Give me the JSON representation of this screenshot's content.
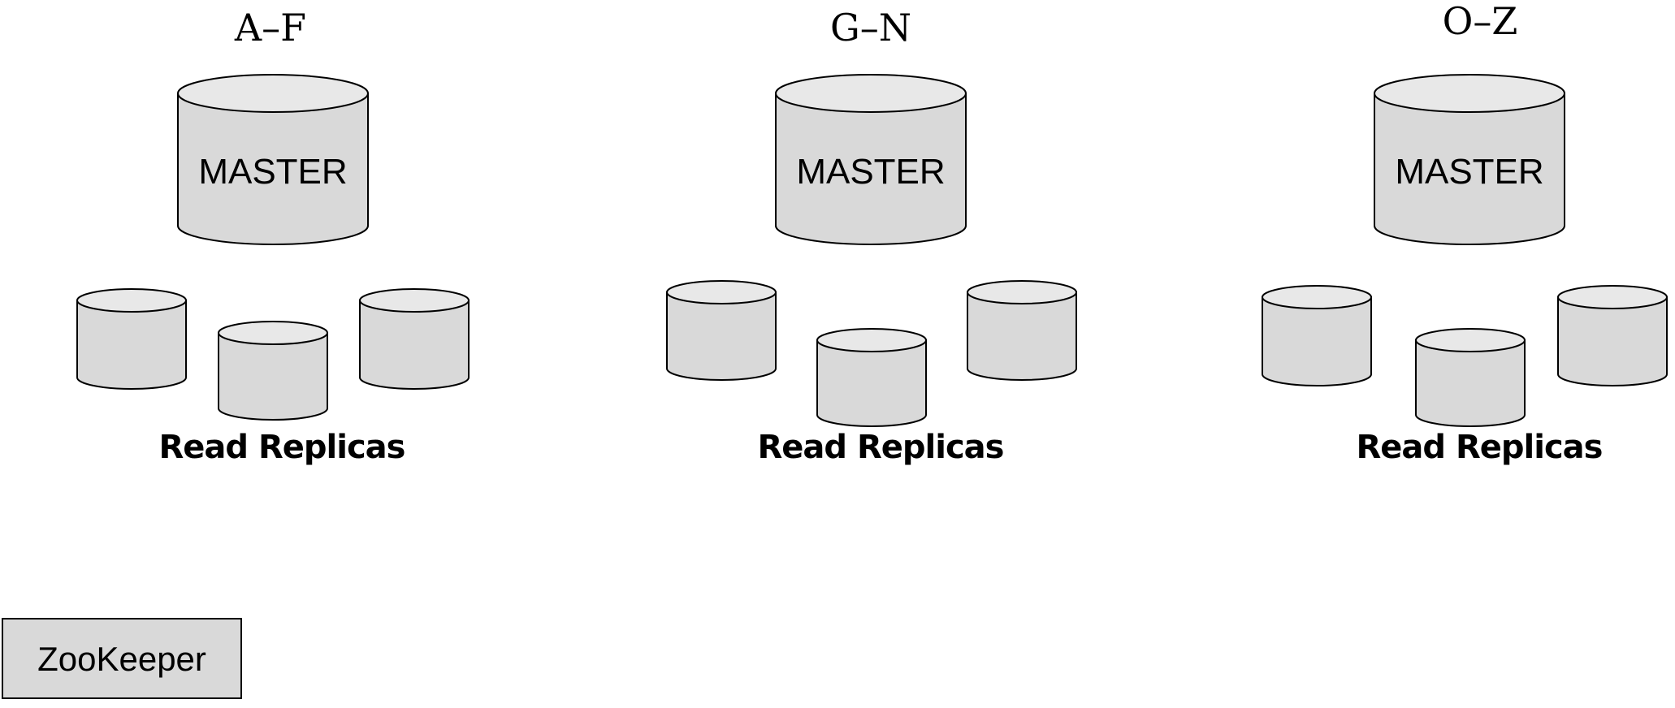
{
  "shards": [
    {
      "range_label": "A–F",
      "master_label": "MASTER",
      "replicas_caption": "Read Replicas",
      "replica_count": 3
    },
    {
      "range_label": "G–N",
      "master_label": "MASTER",
      "replicas_caption": "Read Replicas",
      "replica_count": 3
    },
    {
      "range_label": "O–Z",
      "master_label": "MASTER",
      "replicas_caption": "Read Replicas",
      "replica_count": 3
    }
  ],
  "coordinator": {
    "label": "ZooKeeper"
  },
  "colors": {
    "cylinder_body": "#d9d9d9",
    "cylinder_top": "#e8e8e8",
    "zookeeper_fill": "#d9d9d9",
    "stroke": "#000000"
  }
}
